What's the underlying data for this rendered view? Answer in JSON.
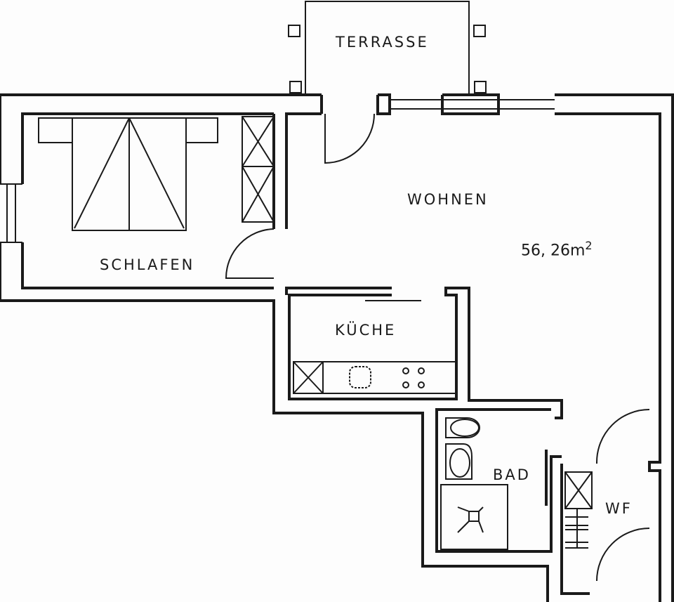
{
  "rooms": {
    "terrasse": "TERRASSE",
    "wohnen": "WOHNEN",
    "schlafen": "SCHLAFEN",
    "kueche": "KÜCHE",
    "bad": "BAD",
    "wf": "WF"
  },
  "area": {
    "value": "56, 26",
    "unit": "m",
    "exponent": "2"
  },
  "colors": {
    "ink": "#1a1a1a",
    "paper": "#fdfdfd"
  }
}
